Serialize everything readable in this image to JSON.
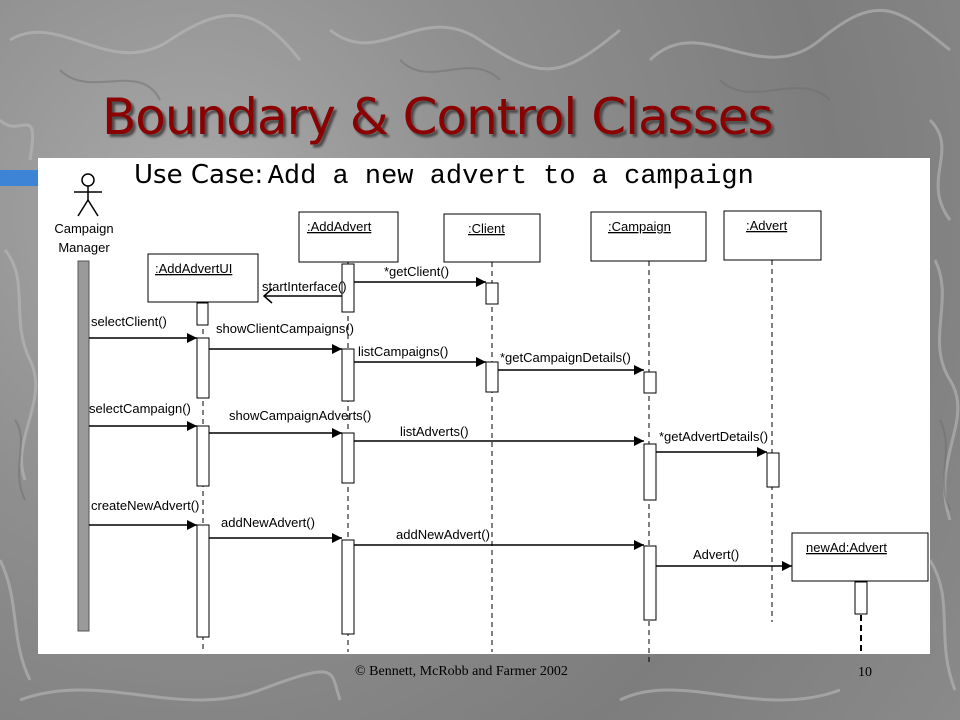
{
  "slide": {
    "title": "Boundary & Control Classes",
    "subtitle_label": "Use Case:",
    "subtitle_code": "Add a new advert to a campaign",
    "footer": "© Bennett, McRobb and Farmer 2002",
    "page_number": "10"
  },
  "diagram": {
    "actor": {
      "line1": "Campaign",
      "line2": "Manager"
    },
    "objects": [
      ":AddAdvertUI",
      ":AddAdvert",
      ":Client",
      ":Campaign",
      ":Advert",
      "newAd:Advert"
    ],
    "messages": [
      "startInterface()",
      "*getClient()",
      "selectClient()",
      "showClientCampaigns()",
      "listCampaigns()",
      "*getCampaignDetails()",
      "selectCampaign()",
      "showCampaignAdverts()",
      "listAdverts()",
      "*getAdvertDetails()",
      "createNewAdvert()",
      "addNewAdvert()",
      "addNewAdvert()",
      "Advert()"
    ]
  }
}
